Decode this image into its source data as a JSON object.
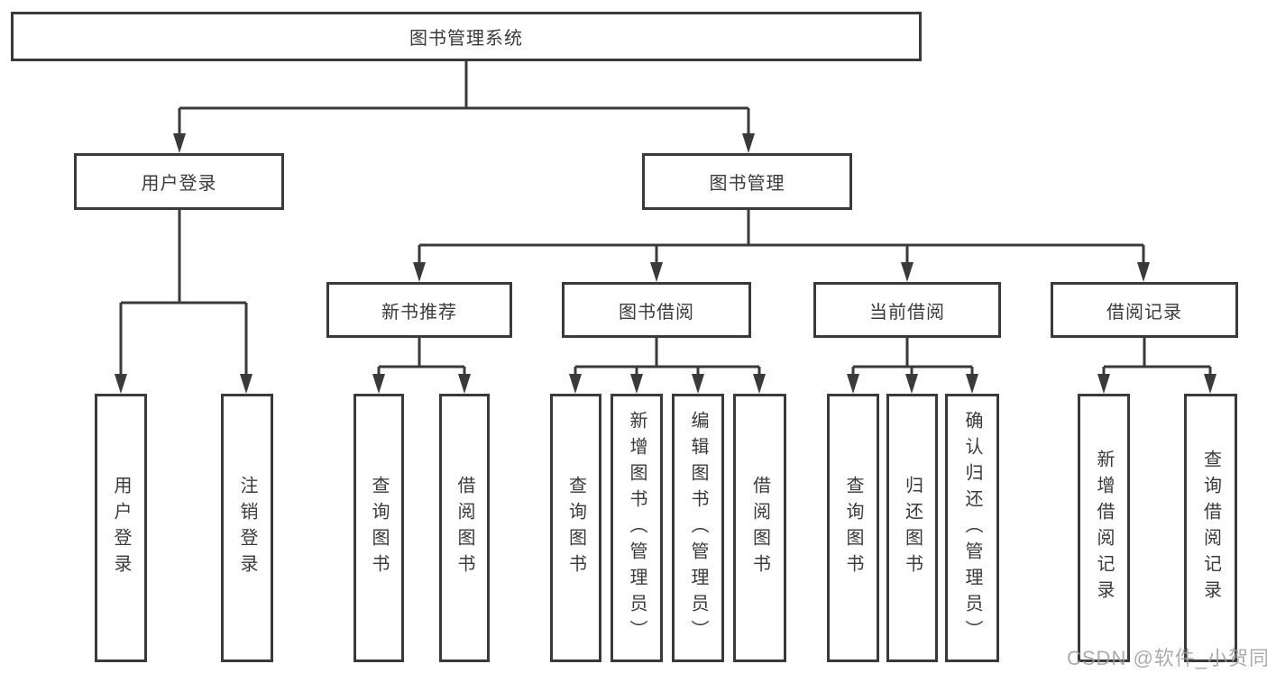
{
  "colors": {
    "line": "#3a3a3a",
    "text": "#3a3a3a",
    "background": "#ffffff",
    "watermark": "#9e9e9e"
  },
  "tree": {
    "root": {
      "label": "图书管理系统"
    },
    "branches": [
      {
        "label": "用户登录",
        "children": [
          {
            "label": "用户登录"
          },
          {
            "label": "注销登录"
          }
        ]
      },
      {
        "label": "图书管理",
        "children": [
          {
            "label": "新书推荐",
            "children": [
              {
                "label": "查询图书"
              },
              {
                "label": "借阅图书"
              }
            ]
          },
          {
            "label": "图书借阅",
            "children": [
              {
                "label": "查询图书"
              },
              {
                "label": "新增图书（管理员）"
              },
              {
                "label": "编辑图书（管理员）"
              },
              {
                "label": "借阅图书"
              }
            ]
          },
          {
            "label": "当前借阅",
            "children": [
              {
                "label": "查询图书"
              },
              {
                "label": "归还图书"
              },
              {
                "label": "确认归还（管理员）"
              }
            ]
          },
          {
            "label": "借阅记录",
            "children": [
              {
                "label": "新增借阅记录"
              },
              {
                "label": "查询借阅记录"
              }
            ]
          }
        ]
      }
    ]
  },
  "watermark": {
    "text": "CSDN @软件_小贺同学"
  }
}
